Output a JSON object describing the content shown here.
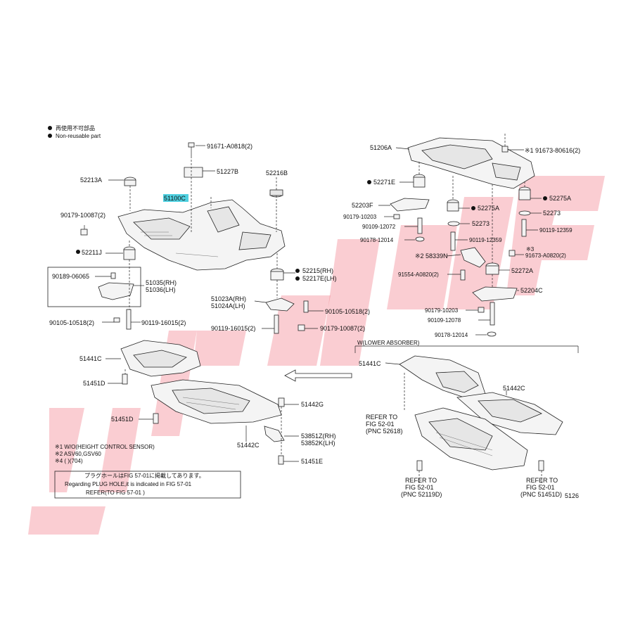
{
  "legend": {
    "reuse_jp": "再使用不可部品",
    "reuse_en": "Non-reusable part"
  },
  "watermark": "umpil",
  "labels": {
    "l1": "91671-A0818(2)",
    "l2": "51227B",
    "l3": "52213A",
    "l4": "52216B",
    "l5": "51100C",
    "l6": "90179-10087(2)",
    "l7": "52211J",
    "l8": "52215(RH)",
    "l9": "52217E(LH)",
    "l10": "90189-06065",
    "l11": "51035(RH)",
    "l12": "51036(LH)",
    "l13": "51023A(RH)",
    "l14": "51024A(LH)",
    "l15": "90105-10518(2)",
    "l16": "90105-10518(2)",
    "l17": "90119-16015(2)",
    "l18": "90119-16015(2)",
    "l19": "90179-10087(2)",
    "l20": "51206A",
    "l21": "※1 91673-80616(2)",
    "l22": "52271E",
    "l23": "52275A",
    "l24": "52203F",
    "l25": "52275A",
    "l26": "90179-10203",
    "l27": "52273",
    "l28": "90109-12072",
    "l29": "52273",
    "l30": "90119-12359",
    "l31": "90178-12014",
    "l32": "90119-12359",
    "l33": "※2 58339N",
    "l34": "※3",
    "l35": "91673-A0820(2)",
    "l36": "52272A",
    "l37": "91554-A0820(2)",
    "l38": "52204C",
    "l39": "90179-10203",
    "l40": "90109-12078",
    "l41": "90178-12014",
    "l42": "W(LOWER ABSORBER)",
    "l43": "51441C",
    "l44": "51441C",
    "l45": "51451D",
    "l46": "51442C",
    "l47": "51442G",
    "l48": "51451D",
    "l49": "53851Z(RH)",
    "l50": "53852K(LH)",
    "l51": "51442C",
    "l52": "51451E",
    "l53": "REFER TO",
    "l54": "FIG 52-01",
    "l55": "(PNC 52618)",
    "l56": "REFER TO",
    "l57": "FIG 52-01",
    "l58": "(PNC 52119D)",
    "l59": "REFER TO",
    "l60": "FIG 52-01",
    "l61": "(PNC 51451D)",
    "l62": "5126"
  },
  "notes": {
    "n1": "※1 W/O(HEIGHT CONTROL SENSOR)",
    "n2": "※2 ASV60,GSV60",
    "n3": "※4 (      )(704)"
  },
  "plug_note": {
    "line1": "プラグホールはFIG 57-01に掲載してあります。",
    "line2": "Regarding PLUG HOLE,it is indicated in FIG 57-01",
    "line3": "REFER(TO FIG 57-01              )"
  }
}
